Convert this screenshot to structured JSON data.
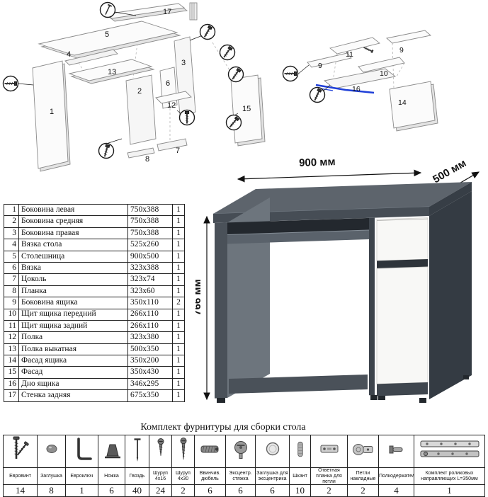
{
  "dimensions": {
    "width": "900 мм",
    "depth": "500 мм",
    "height": "766 мм"
  },
  "parts_table": {
    "rows": [
      {
        "n": "1",
        "name": "Боковина левая",
        "size": "750x388",
        "qty": "1"
      },
      {
        "n": "2",
        "name": "Боковина средняя",
        "size": "750x388",
        "qty": "1"
      },
      {
        "n": "3",
        "name": "Боковина правая",
        "size": "750x388",
        "qty": "1"
      },
      {
        "n": "4",
        "name": "Вязка стола",
        "size": "525x260",
        "qty": "1"
      },
      {
        "n": "5",
        "name": "Столешница",
        "size": "900x500",
        "qty": "1"
      },
      {
        "n": "6",
        "name": "Вязка",
        "size": "323x388",
        "qty": "1"
      },
      {
        "n": "7",
        "name": "Цоколь",
        "size": "323x74",
        "qty": "1"
      },
      {
        "n": "8",
        "name": "Планка",
        "size": "323x60",
        "qty": "1"
      },
      {
        "n": "9",
        "name": "Боковина ящика",
        "size": "350x110",
        "qty": "2"
      },
      {
        "n": "10",
        "name": "Щит ящика передний",
        "size": "266x110",
        "qty": "1"
      },
      {
        "n": "11",
        "name": "Щит ящика задний",
        "size": "266x110",
        "qty": "1"
      },
      {
        "n": "12",
        "name": "Полка",
        "size": "323x380",
        "qty": "1"
      },
      {
        "n": "13",
        "name": "Полка выкатная",
        "size": "500x350",
        "qty": "1"
      },
      {
        "n": "14",
        "name": "Фасад ящика",
        "size": "350x200",
        "qty": "1"
      },
      {
        "n": "15",
        "name": "Фасад",
        "size": "350x430",
        "qty": "1"
      },
      {
        "n": "16",
        "name": "Дно ящика",
        "size": "346x295",
        "qty": "1"
      },
      {
        "n": "17",
        "name": "Стенка задняя",
        "size": "675x350",
        "qty": "1"
      }
    ]
  },
  "diagrams": {
    "main": {
      "labels": {
        "p1": "1",
        "p2": "2",
        "p3": "3",
        "p4": "4",
        "p5": "5",
        "p6": "6",
        "p7": "7",
        "p8": "8",
        "p12": "12",
        "p13": "13",
        "p15": "15",
        "p17": "17"
      }
    },
    "drawer": {
      "labels": {
        "p9a": "9",
        "p9b": "9",
        "p10": "10",
        "p11": "11",
        "p14": "14",
        "p16": "16"
      }
    }
  },
  "hardware": {
    "title": "Комплект фурнитуры для сборки стола",
    "items": [
      {
        "name": "Евровинт",
        "qty": "14",
        "icon": "confirmat-screw-icon"
      },
      {
        "name": "Заглушка",
        "qty": "8",
        "icon": "cap-plug-icon"
      },
      {
        "name": "Евроключ",
        "qty": "1",
        "icon": "hex-key-icon"
      },
      {
        "name": "Ножка",
        "qty": "6",
        "icon": "leg-icon"
      },
      {
        "name": "Гвоздь",
        "qty": "40",
        "icon": "nail-icon"
      },
      {
        "name": "Шуруп 4x16",
        "qty": "24",
        "icon": "screw-short-icon"
      },
      {
        "name": "Шуруп 4x30",
        "qty": "2",
        "icon": "screw-long-icon"
      },
      {
        "name": "Ввинчив. дюбель",
        "qty": "6",
        "icon": "screw-dowel-icon"
      },
      {
        "name": "Эксцентр. стяжка",
        "qty": "6",
        "icon": "cam-lock-icon"
      },
      {
        "name": "Заглушка для эксцентрика",
        "qty": "6",
        "icon": "cam-cap-icon"
      },
      {
        "name": "Шкант",
        "qty": "10",
        "icon": "dowel-icon"
      },
      {
        "name": "Ответная планка для петли",
        "qty": "2",
        "icon": "hinge-plate-icon"
      },
      {
        "name": "Петли накладные",
        "qty": "2",
        "icon": "hinge-icon"
      },
      {
        "name": "Полкодержатель",
        "qty": "4",
        "icon": "shelf-support-icon"
      },
      {
        "name": "Комплект роликовых направляющих L=350мм",
        "qty": "1",
        "icon": "roller-guides-icon"
      }
    ]
  }
}
